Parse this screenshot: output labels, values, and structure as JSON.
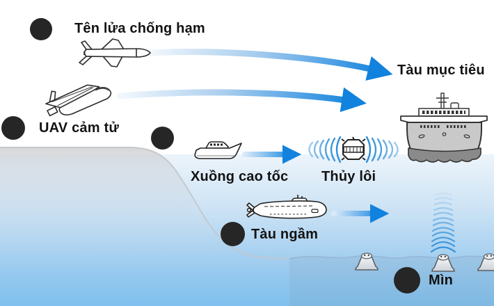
{
  "diagram": {
    "labels": {
      "missile": "Tên lửa chống hạm",
      "uav": "UAV cảm tử",
      "speedboat": "Xuồng cao tốc",
      "floating_mine": "Thủy lôi",
      "target_ship": "Tàu mục tiêu",
      "submarine": "Tàu ngầm",
      "bottom_mine": "Mìn"
    },
    "icons": [
      "anti-ship-missile-icon",
      "suicide-uav-icon",
      "speedboat-icon",
      "floating-mine-icon",
      "sonar-waves-horizontal-icon",
      "target-ship-icon",
      "submarine-icon",
      "seabed-mine-icon",
      "sonar-waves-vertical-icon",
      "bullet-marker",
      "attack-arrow"
    ],
    "colors": {
      "arrow_blue": "#1182de",
      "sonar_blue": "#2e8fd9",
      "water_top": "#eef5fb",
      "water_bottom": "#7fc0ee",
      "terrain_gray": "#d2d2d2",
      "marker_black": "#262626",
      "text": "#121212"
    }
  }
}
